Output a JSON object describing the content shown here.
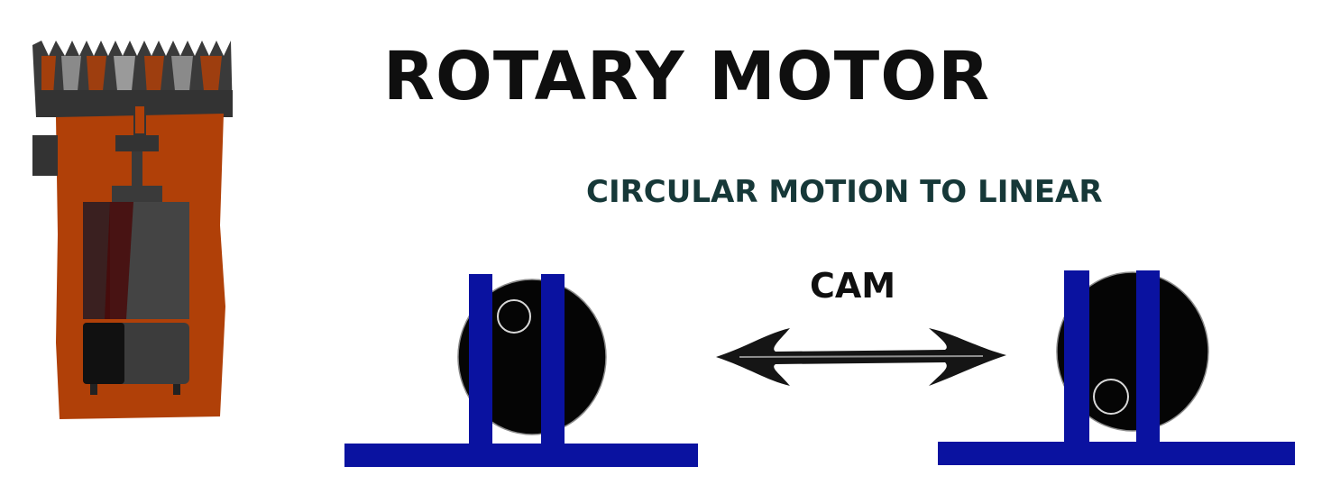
{
  "diagram": {
    "title": "Rotary Motor",
    "subtitle": "Circular Motion to Linear",
    "cam_label": "cam",
    "colors": {
      "frame_blue": "#0a12a0",
      "cam_black": "#050505",
      "housing_orange": "#b04008",
      "blade_gray": "#3a3a3a",
      "motor_gray": "#444444",
      "arrow_black": "#151515",
      "subtitle_teal": "#163838"
    }
  }
}
